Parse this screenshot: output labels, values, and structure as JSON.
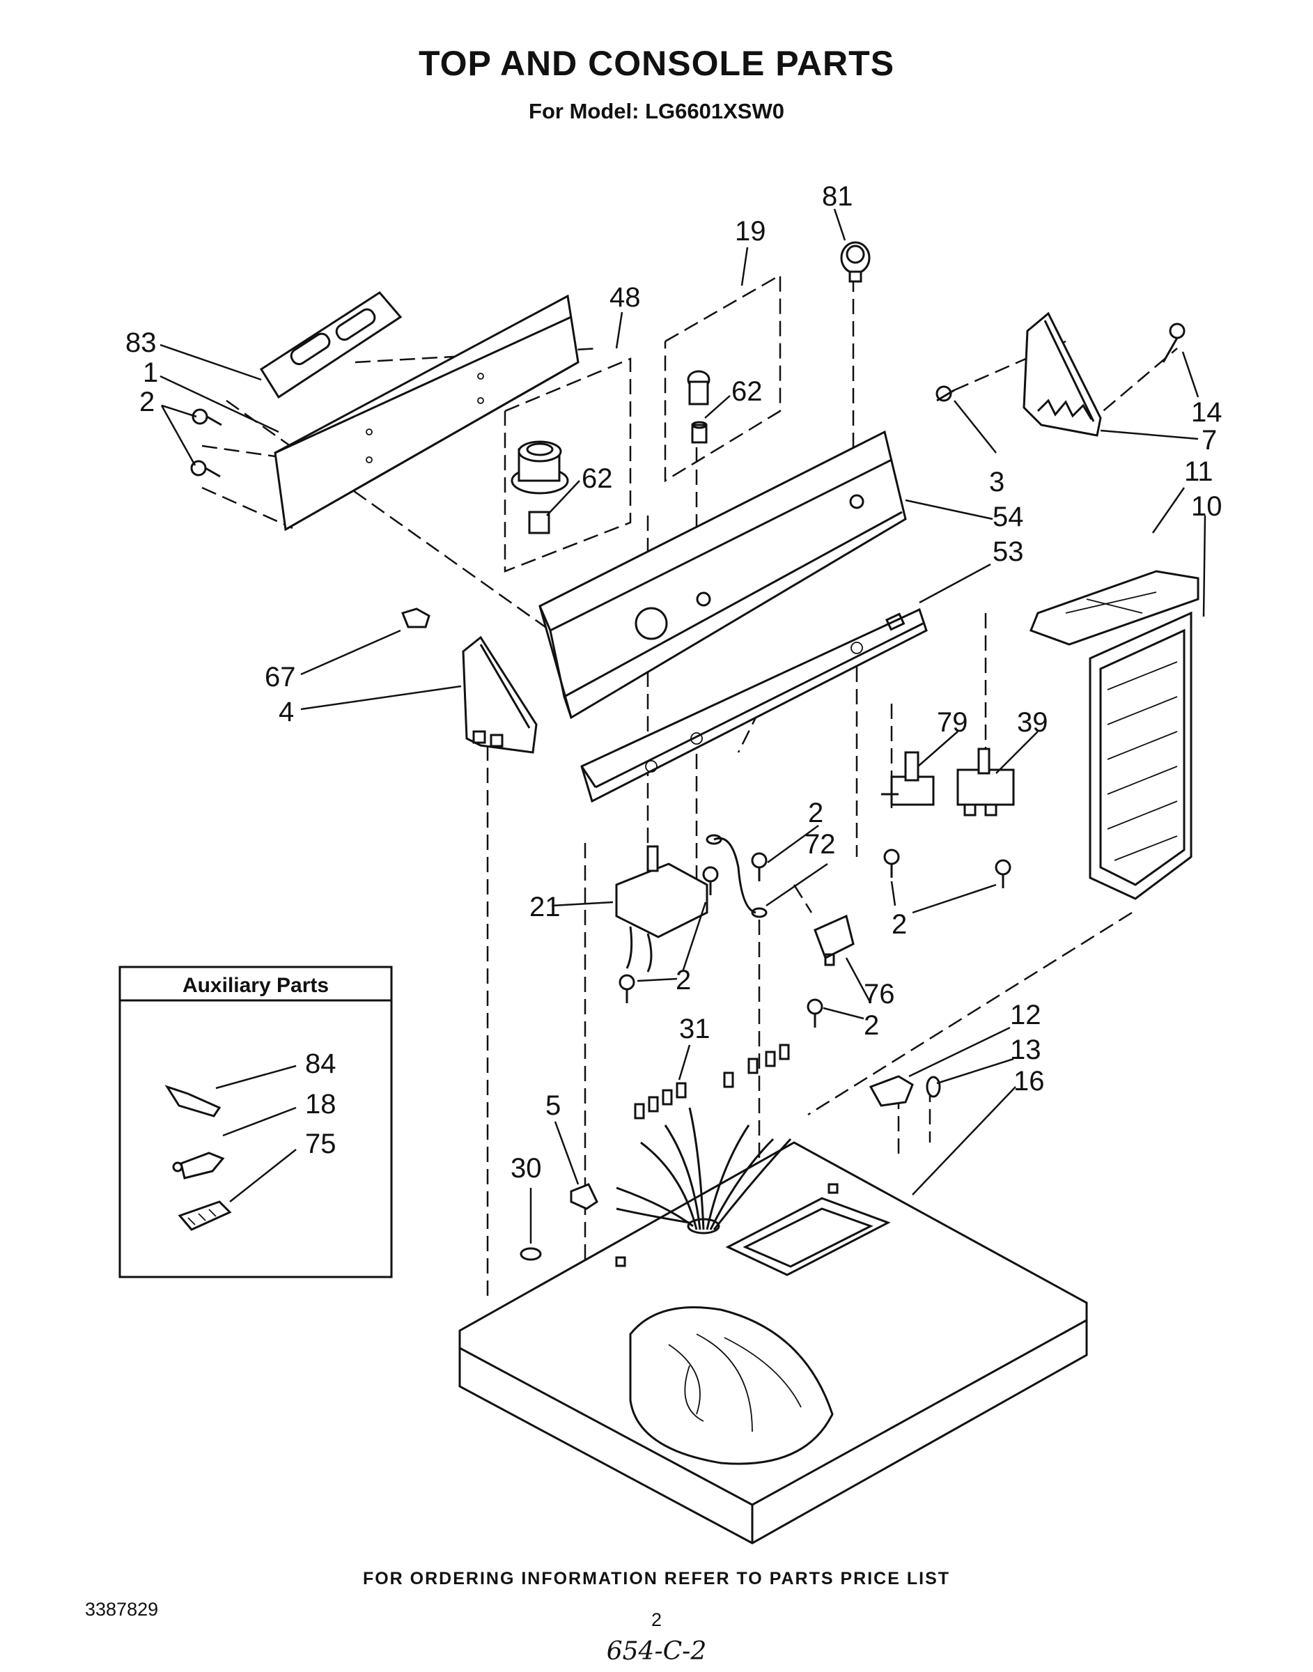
{
  "header": {
    "title": "TOP AND CONSOLE PARTS",
    "subtitle": "For Model: LG6601XSW0"
  },
  "auxiliary_box": {
    "title": "Auxiliary Parts",
    "labels": [
      "84",
      "18",
      "75"
    ]
  },
  "callouts": [
    {
      "id": "c81",
      "text": "81"
    },
    {
      "id": "c19",
      "text": "19"
    },
    {
      "id": "c48",
      "text": "48"
    },
    {
      "id": "c83",
      "text": "83"
    },
    {
      "id": "c1",
      "text": "1"
    },
    {
      "id": "c2a",
      "text": "2"
    },
    {
      "id": "c62a",
      "text": "62"
    },
    {
      "id": "c62b",
      "text": "62"
    },
    {
      "id": "c14",
      "text": "14"
    },
    {
      "id": "c7",
      "text": "7"
    },
    {
      "id": "c3",
      "text": "3"
    },
    {
      "id": "c54",
      "text": "54"
    },
    {
      "id": "c11",
      "text": "11"
    },
    {
      "id": "c10",
      "text": "10"
    },
    {
      "id": "c53",
      "text": "53"
    },
    {
      "id": "c67",
      "text": "67"
    },
    {
      "id": "c4",
      "text": "4"
    },
    {
      "id": "c79",
      "text": "79"
    },
    {
      "id": "c39",
      "text": "39"
    },
    {
      "id": "c2b",
      "text": "2"
    },
    {
      "id": "c72",
      "text": "72"
    },
    {
      "id": "c21",
      "text": "21"
    },
    {
      "id": "c2c",
      "text": "2"
    },
    {
      "id": "c2d",
      "text": "2"
    },
    {
      "id": "c76",
      "text": "76"
    },
    {
      "id": "c2e",
      "text": "2"
    },
    {
      "id": "c31",
      "text": "31"
    },
    {
      "id": "c12",
      "text": "12"
    },
    {
      "id": "c13",
      "text": "13"
    },
    {
      "id": "c16",
      "text": "16"
    },
    {
      "id": "c5",
      "text": "5"
    },
    {
      "id": "c30",
      "text": "30"
    }
  ],
  "footer": {
    "ordering_note": "FOR ORDERING INFORMATION REFER TO PARTS PRICE LIST",
    "document_number": "3387829",
    "page_number": "2",
    "handwritten_note": "654-C-2"
  }
}
